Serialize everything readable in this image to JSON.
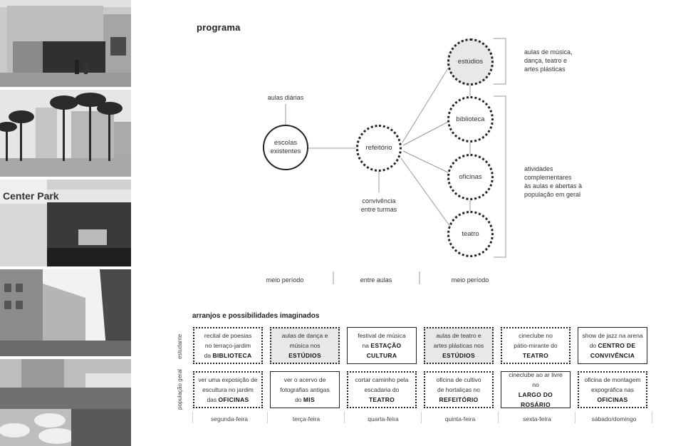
{
  "title": "programa",
  "diagram": {
    "labels": {
      "aulas": "aulas diárias",
      "convivencia": [
        "convivência",
        "entre turmas"
      ],
      "group1": [
        "aulas de música,",
        "dança, teatro e",
        "artes plásticas"
      ],
      "group2": [
        "atividades",
        "complementares",
        "às aulas e abertas à",
        "população em geral"
      ]
    },
    "nodes": {
      "escolas": [
        "escolas",
        "existentes"
      ],
      "refeitorio": "refeitório",
      "estudios": "estúdios",
      "biblioteca": "biblioteca",
      "oficinas": "oficinas",
      "teatro": "teatro"
    },
    "periods": [
      "meio período",
      "entre aulas",
      "meio período"
    ]
  },
  "arrangements": {
    "title": "arranjos e possibilidades imaginados",
    "rows": [
      "estudante",
      "população geral"
    ],
    "days": [
      "segunda-feira",
      "terça-feira",
      "quarta-feira",
      "quinta-feira",
      "sexta-feira",
      "sábado/domingo"
    ],
    "cells": [
      [
        {
          "lines": [
            "recital de poesias",
            "no terraço-jardim"
          ],
          "pre": "da ",
          "bold": [
            "BIBLIOTECA"
          ],
          "style": "dot"
        },
        {
          "lines": [
            "aulas de dança e",
            "música nos"
          ],
          "pre": "",
          "bold": [
            "ESTÚDIOS"
          ],
          "style": "dot fill"
        },
        {
          "lines": [
            "festival de música"
          ],
          "pre": "na ",
          "bold": [
            "ESTAÇÃO",
            "CULTURA"
          ],
          "style": "solid"
        },
        {
          "lines": [
            "aulas de teatro e",
            "artes plásticas nos"
          ],
          "pre": "",
          "bold": [
            "ESTÚDIOS"
          ],
          "style": "dot fill"
        },
        {
          "lines": [
            "cineclube no",
            "pátio-mirante do"
          ],
          "pre": "",
          "bold": [
            "TEATRO"
          ],
          "style": "dot"
        },
        {
          "lines": [
            "show de jazz na arena"
          ],
          "pre": "do ",
          "bold": [
            "CENTRO DE",
            "CONVIVÊNCIA"
          ],
          "style": "solid"
        }
      ],
      [
        {
          "lines": [
            "ver uma exposição de",
            "escultura no jardim"
          ],
          "pre": "das ",
          "bold": [
            "OFICINAS"
          ],
          "style": "dot"
        },
        {
          "lines": [
            "ver o acervo de",
            "fotografias antigas"
          ],
          "pre": "do ",
          "bold": [
            "MIS"
          ],
          "style": "solid"
        },
        {
          "lines": [
            "cortar caminho pela",
            "escadaria do"
          ],
          "pre": "",
          "bold": [
            "TEATRO"
          ],
          "style": "dot"
        },
        {
          "lines": [
            "oficina de cultivo",
            "de hortaliças no"
          ],
          "pre": "",
          "bold": [
            "REFEITÓRIO"
          ],
          "style": "dot"
        },
        {
          "lines": [
            "cineclube ao ar livre",
            "no"
          ],
          "pre": "",
          "bold": [
            "LARGO DO ROSÁRIO"
          ],
          "style": "solid"
        },
        {
          "lines": [
            "oficina de montagem",
            "expográfica nas"
          ],
          "pre": "",
          "bold": [
            "OFICINAS"
          ],
          "style": "dot"
        }
      ]
    ]
  }
}
